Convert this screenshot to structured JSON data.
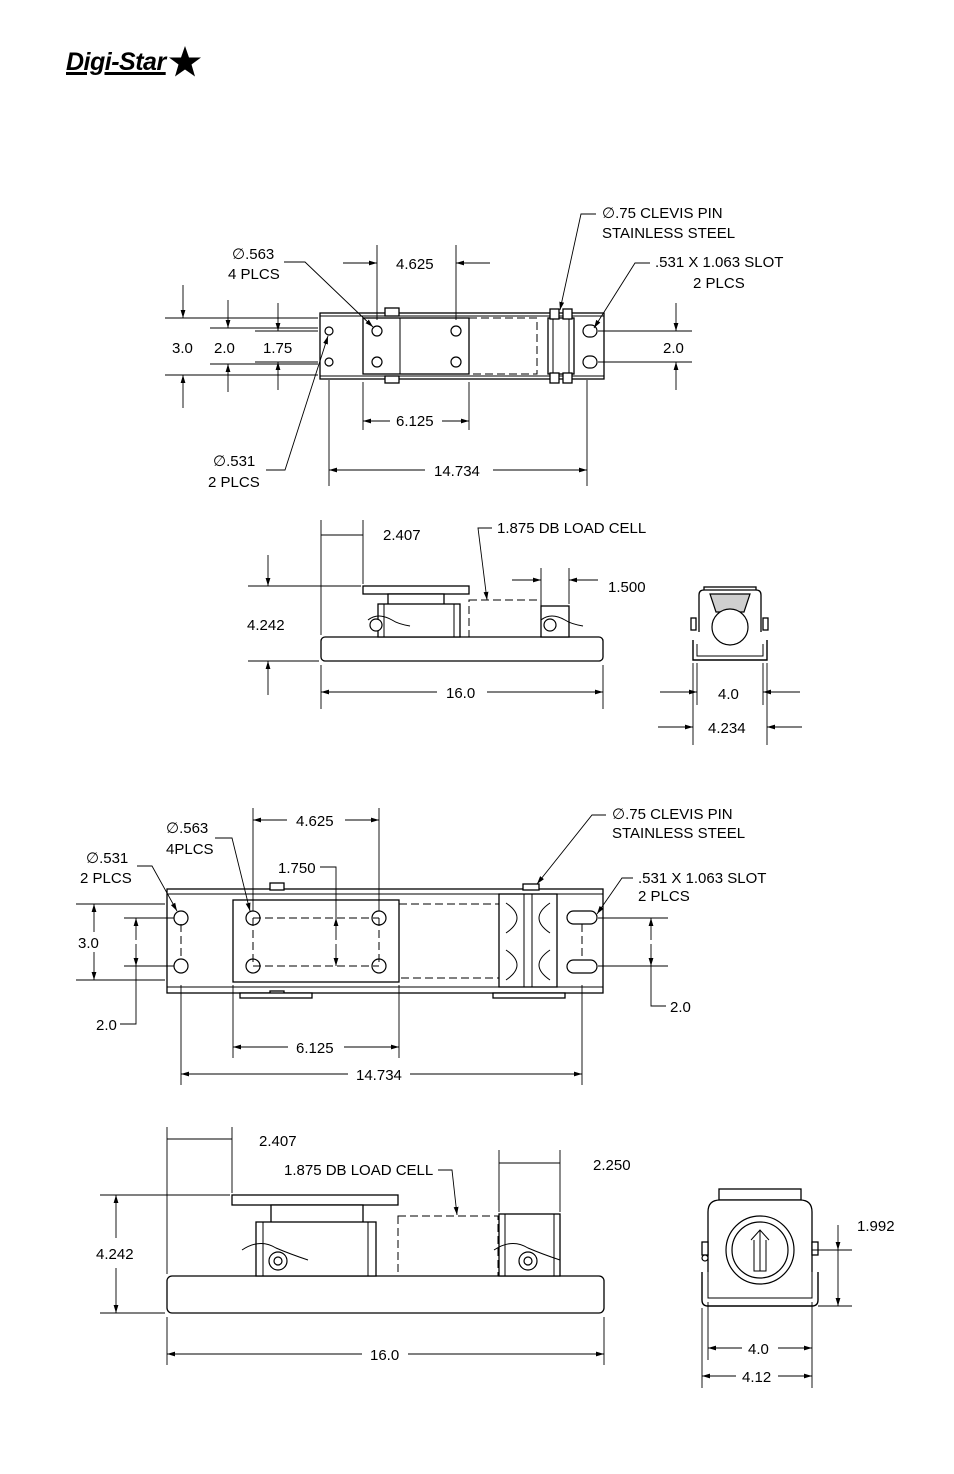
{
  "brand": {
    "name": "Digi-Star",
    "icon": "star-icon"
  },
  "view1": {
    "labels": {
      "hole_dia": "∅.563",
      "hole_qty": "4 PLCS",
      "dim_top": "4.625",
      "pin_dia": "∅.75 CLEVIS PIN",
      "pin_mat": "STAINLESS STEEL",
      "slot": ".531 X 1.063 SLOT",
      "slot_qty": "2 PLCS",
      "dim_3": "3.0",
      "dim_2": "2.0",
      "dim_175": "1.75",
      "dim_right": "2.0",
      "dim_6125": "6.125",
      "dim_14734": "14.734",
      "small_hole": "∅.531",
      "small_qty": "2 PLCS"
    }
  },
  "view2": {
    "labels": {
      "dim_2407": "2.407",
      "load_cell": "1.875 DB LOAD CELL",
      "dim_1500": "1.500",
      "dim_height": "4.242",
      "dim_len": "16.0"
    }
  },
  "view3": {
    "labels": {
      "dim_4": "4.0",
      "dim_4234": "4.234"
    }
  },
  "view4": {
    "labels": {
      "hole_dia": "∅.563",
      "hole_qty": "4PLCS",
      "dim_top": "4.625",
      "pin_dia": "∅.75 CLEVIS PIN",
      "pin_mat": "STAINLESS STEEL",
      "small_hole": "∅.531",
      "small_qty": "2 PLCS",
      "dim_1750": "1.750",
      "slot": ".531 X 1.063 SLOT",
      "slot_qty": "2 PLCS",
      "dim_3": "3.0",
      "dim_2_left": "2.0",
      "dim_2_right": "2.0",
      "dim_6125": "6.125",
      "dim_14734": "14.734"
    }
  },
  "view5": {
    "labels": {
      "dim_2407": "2.407",
      "load_cell": "1.875 DB LOAD CELL",
      "dim_2250": "2.250",
      "dim_height": "4.242",
      "dim_len": "16.0"
    }
  },
  "view6": {
    "labels": {
      "dim_1992": "1.992",
      "dim_4": "4.0",
      "dim_412": "4.12"
    }
  }
}
